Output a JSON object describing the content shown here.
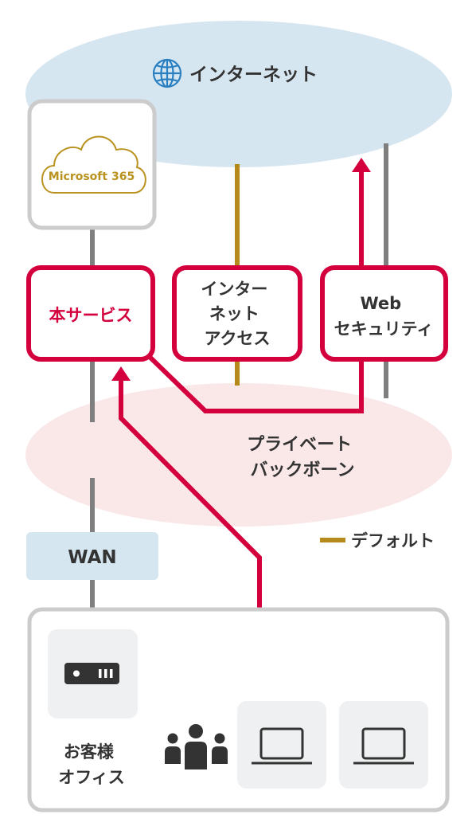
{
  "colors": {
    "internet_ellipse": "#d6e6f0",
    "backbone_ellipse": "#fae8e9",
    "accent_red": "#d3003d",
    "default_gold": "#b58a1a",
    "line_gray": "#7f7f7f",
    "box_border_gray": "#cccccc",
    "wan_fill": "#d6e6f0",
    "device_fill": "#eff0f2",
    "text_dark": "#333333",
    "ms365_gold": "#b9921f"
  },
  "internet": {
    "label": "インターネット",
    "icon": "globe-icon"
  },
  "ms365": {
    "label": "Microsoft 365",
    "icon": "cloud-icon"
  },
  "services": {
    "main_service_label": "本サービス",
    "internet_access_lines": [
      "インター",
      "ネット",
      "アクセス"
    ],
    "web_security_lines": [
      "Web",
      "セキュリティ"
    ]
  },
  "backbone": {
    "lines": [
      "プライベート",
      "バックボーン"
    ]
  },
  "legend": {
    "default_label": "デフォルト"
  },
  "wan": {
    "label": "WAN"
  },
  "office": {
    "lines": [
      "お客様",
      "オフィス"
    ],
    "router_icon": "router-icon",
    "people_icon": "people-icon",
    "laptop_icon": "laptop-icon"
  }
}
